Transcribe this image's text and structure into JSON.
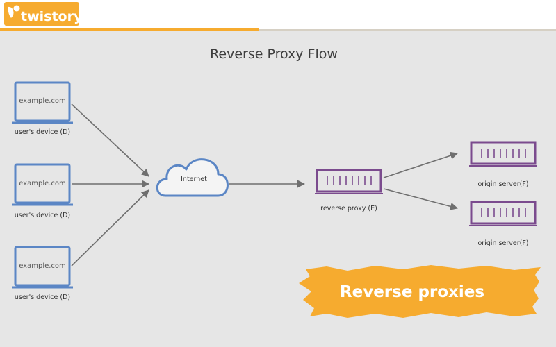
{
  "brand": {
    "name": "twistory"
  },
  "diagram": {
    "title": "Reverse Proxy Flow",
    "devices": [
      {
        "screen_text": "example.com",
        "label": "user's device (D)"
      },
      {
        "screen_text": "example.com",
        "label": "user's device (D)"
      },
      {
        "screen_text": "example.com",
        "label": "user's device (D)"
      }
    ],
    "internet_label": "Internet",
    "proxy_label": "reverse proxy (E)",
    "servers": [
      {
        "label": "origin server(F)"
      },
      {
        "label": "origin server(F)"
      }
    ]
  },
  "banner": {
    "text": "Reverse proxies"
  },
  "colors": {
    "device_blue": "#5b86c5",
    "server_purple": "#7b4b8e",
    "arrow_gray": "#6f6f6f",
    "accent_orange": "#f6ab2f",
    "background": "#e6e6e6"
  }
}
